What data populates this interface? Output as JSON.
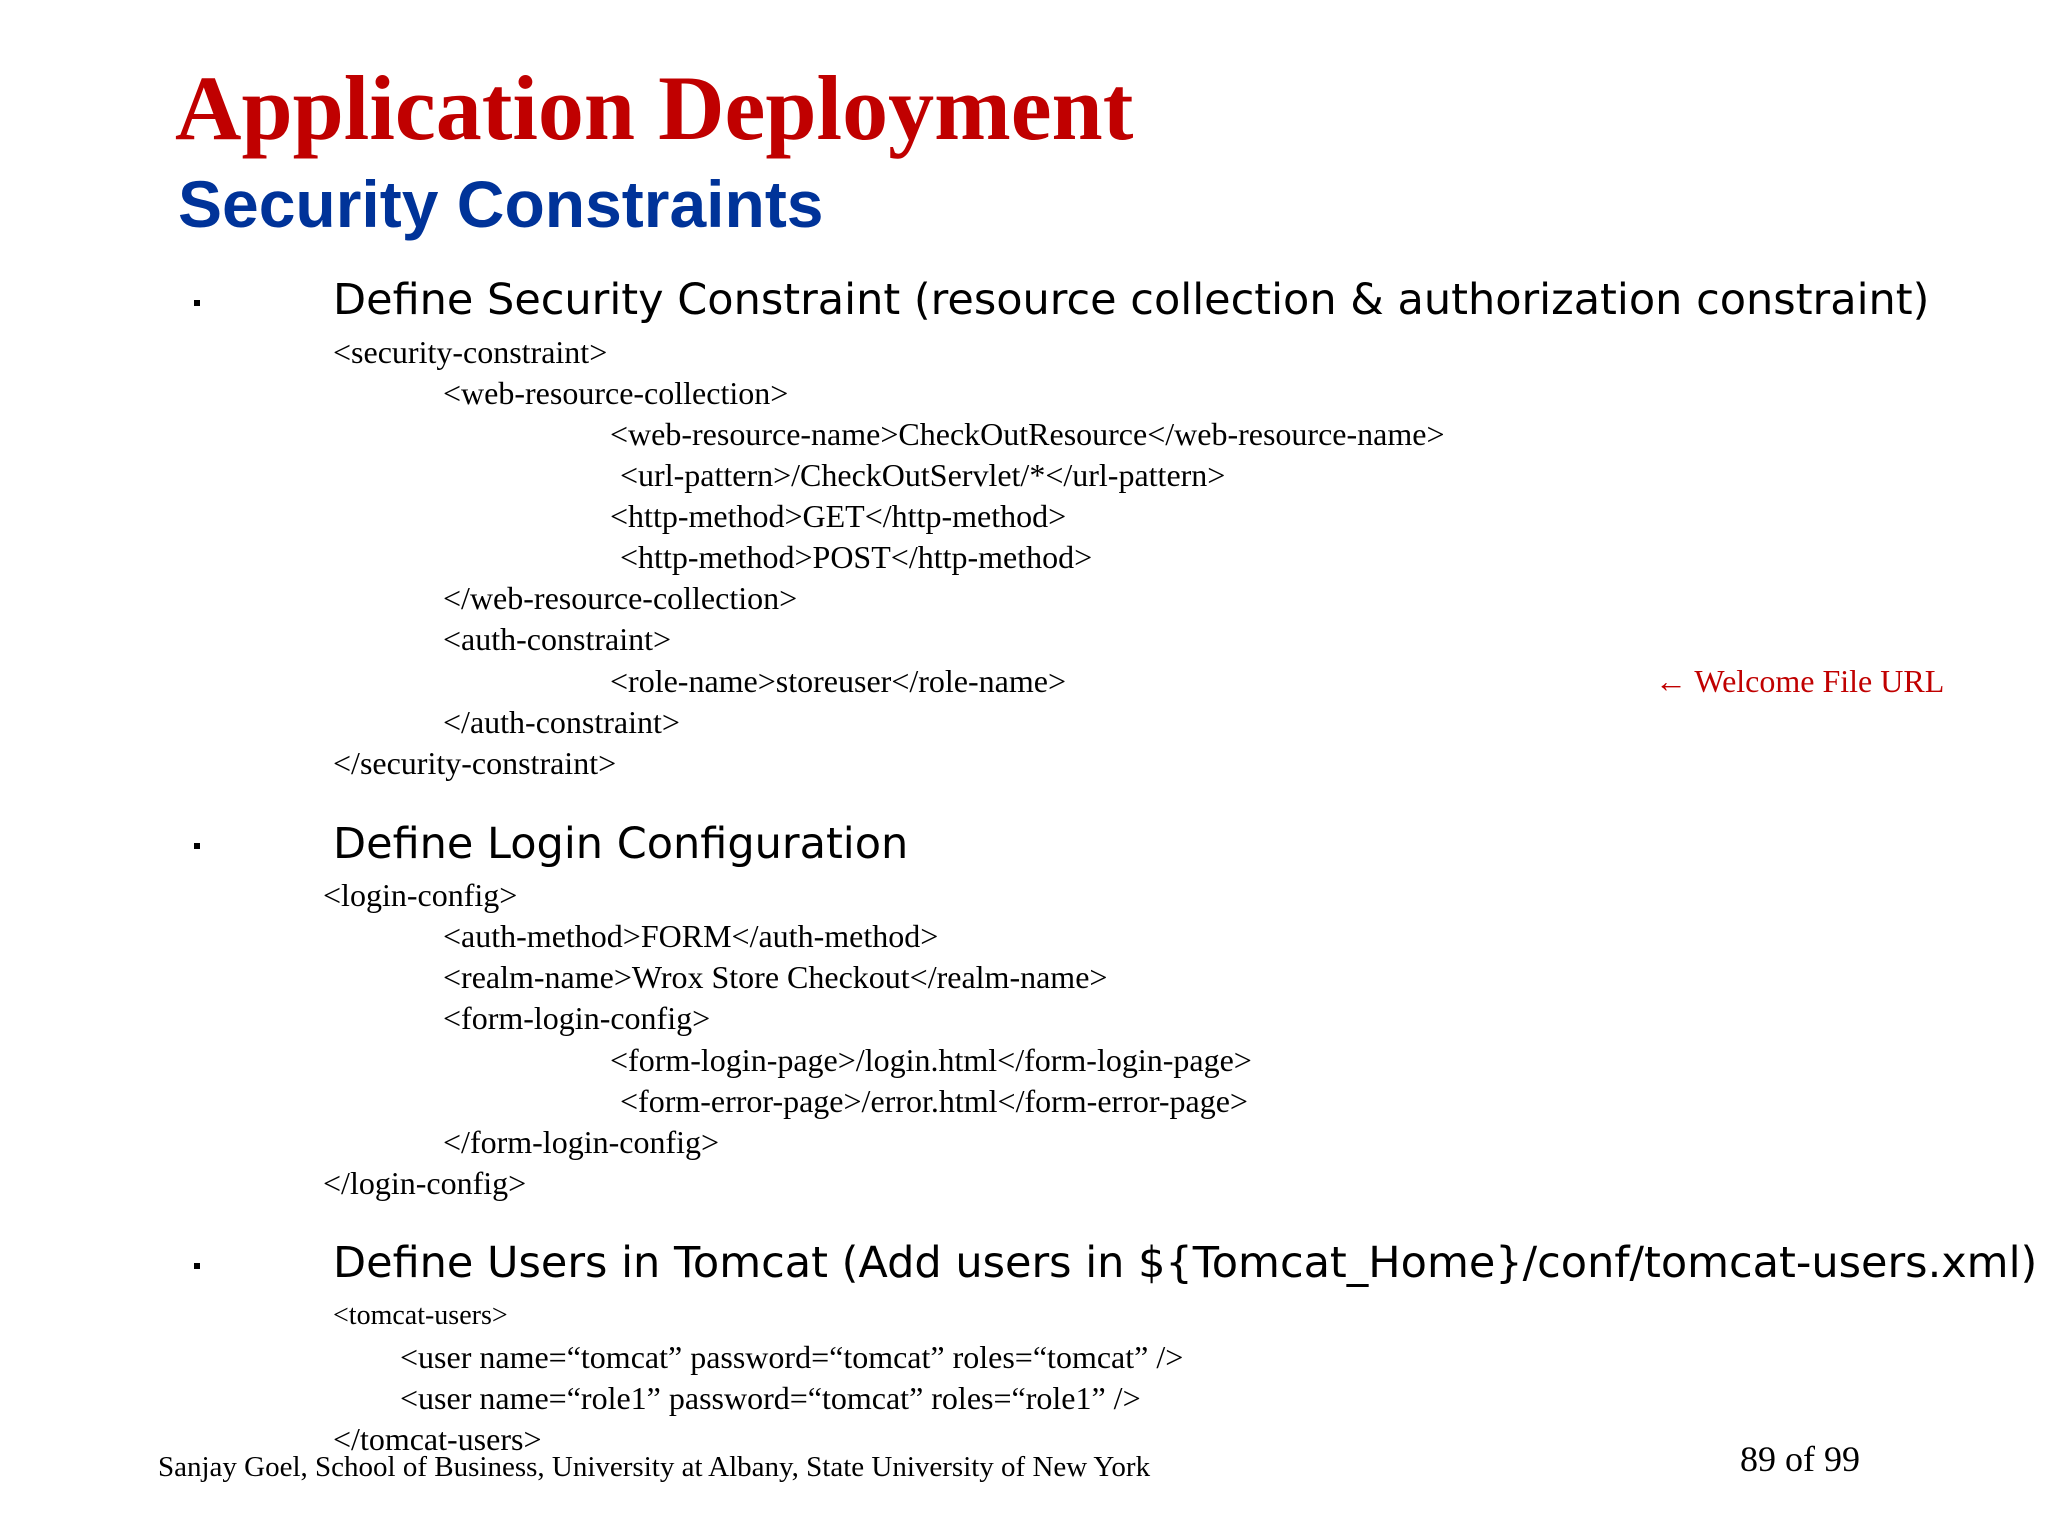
{
  "slide": {
    "title": "Application Deployment",
    "subtitle": "Security Constraints",
    "colors": {
      "title": "#c00000",
      "subtitle": "#003399",
      "annotation": "#c00000",
      "text": "#000000"
    },
    "bullets": [
      {
        "text": "Define Security Constraint (resource collection & authorization constraint)",
        "code": [
          "<security-constraint>",
          "<web-resource-collection>",
          "<web-resource-name>CheckOutResource</web-resource-name>",
          "<url-pattern>/CheckOutServlet/*</url-pattern>",
          "<http-method>GET</http-method>",
          "<http-method>POST</http-method>",
          "</web-resource-collection>",
          "<auth-constraint>",
          "<role-name>storeuser</role-name>",
          "</auth-constraint>",
          "</security-constraint>"
        ]
      },
      {
        "text": "Define Login Configuration",
        "code": [
          "<login-config>",
          "<auth-method>FORM</auth-method>",
          "<realm-name>Wrox Store Checkout</realm-name>",
          "<form-login-config>",
          "<form-login-page>/login.html</form-login-page>",
          "<form-error-page>/error.html</form-error-page>",
          "</form-login-config>",
          "</login-config>"
        ]
      },
      {
        "text": "Define Users in Tomcat (Add users in ${Tomcat_Home}/conf/tomcat-users.xml)",
        "code": [
          "<tomcat-users>",
          "<user name=“tomcat” password=“tomcat” roles=“tomcat” />",
          "<user name=“role1” password=“tomcat” roles=“role1” />",
          "</tomcat-users>"
        ]
      }
    ],
    "annotation": "← Welcome File URL",
    "footer": "Sanjay Goel, School of  Business, University at Albany, State University of  New York",
    "page_number": "89 of 99"
  }
}
